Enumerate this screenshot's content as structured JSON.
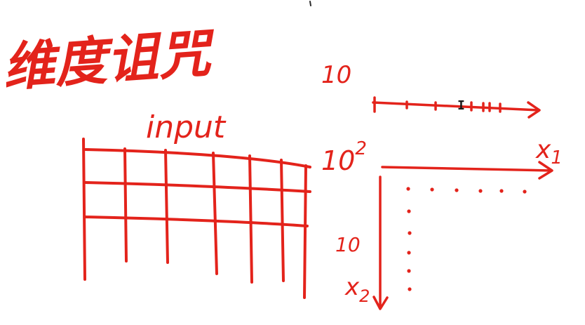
{
  "colors": {
    "ink": "#e3231b",
    "cursor": "#1a1a1a",
    "background": "#ffffff"
  },
  "title": "维度诅咒",
  "grid": {
    "label": "input"
  },
  "number_line": {
    "label": "10"
  },
  "plane": {
    "label_top": "10",
    "label_top_exp": "2",
    "label_left": "10",
    "x1_label": "x",
    "x1_sub": "1",
    "x2_label": "x",
    "x2_sub": "2"
  },
  "cursor": {
    "icon": "text-cursor-icon",
    "glyph": "I"
  }
}
